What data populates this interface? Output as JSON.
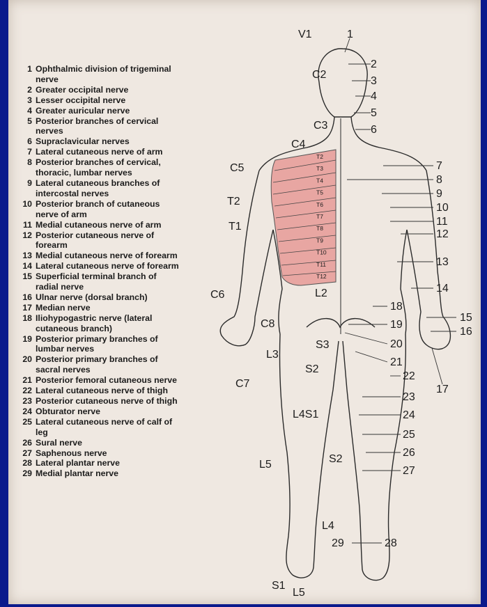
{
  "legend": [
    {
      "n": "1",
      "t": "Ophthalmic division of trigeminal nerve"
    },
    {
      "n": "2",
      "t": "Greater occipital nerve"
    },
    {
      "n": "3",
      "t": "Lesser occipital nerve"
    },
    {
      "n": "4",
      "t": "Greater auricular nerve"
    },
    {
      "n": "5",
      "t": "Posterior branches of cervical nerves"
    },
    {
      "n": "6",
      "t": "Supraclavicular nerves"
    },
    {
      "n": "7",
      "t": "Lateral cutaneous nerve of arm"
    },
    {
      "n": "8",
      "t": "Posterior branches of cervical, thoracic, lumbar nerves"
    },
    {
      "n": "9",
      "t": "Lateral cutaneous branches of intercostal nerves"
    },
    {
      "n": "10",
      "t": "Posterior branch of cutaneous nerve of arm"
    },
    {
      "n": "11",
      "t": "Medial cutaneous nerve of arm"
    },
    {
      "n": "12",
      "t": "Posterior cutaneous nerve of forearm"
    },
    {
      "n": "13",
      "t": "Medial cutaneous nerve of forearm"
    },
    {
      "n": "14",
      "t": "Lateral cutaneous nerve of forearm"
    },
    {
      "n": "15",
      "t": "Superficial terminal branch of radial nerve"
    },
    {
      "n": "16",
      "t": "Ulnar nerve (dorsal branch)"
    },
    {
      "n": "17",
      "t": "Median nerve"
    },
    {
      "n": "18",
      "t": "Iliohypogastric nerve (lateral cutaneous branch)"
    },
    {
      "n": "19",
      "t": "Posterior primary branches of lumbar nerves"
    },
    {
      "n": "20",
      "t": "Posterior primary branches of sacral nerves"
    },
    {
      "n": "21",
      "t": "Posterior femoral cutaneous nerve"
    },
    {
      "n": "22",
      "t": "Lateral cutaneous nerve of thigh"
    },
    {
      "n": "23",
      "t": "Posterior cutaneous nerve of thigh"
    },
    {
      "n": "24",
      "t": "Obturator nerve"
    },
    {
      "n": "25",
      "t": "Lateral cutaneous nerve of calf of leg"
    },
    {
      "n": "26",
      "t": "Sural nerve"
    },
    {
      "n": "27",
      "t": "Saphenous nerve"
    },
    {
      "n": "28",
      "t": "Lateral plantar nerve"
    },
    {
      "n": "29",
      "t": "Medial plantar nerve"
    }
  ],
  "figure_labels": {
    "V1": "V1",
    "C2": "C2",
    "C3": "C3",
    "C4": "C4",
    "C5": "C5",
    "C6": "C6",
    "C7": "C7",
    "C8": "C8",
    "T1": "T1",
    "T2": "T2",
    "L2": "L2",
    "L3": "L3",
    "L4S1": "L4S1",
    "L4": "L4",
    "L5a": "L5",
    "L5b": "L5",
    "S1": "S1",
    "S2a": "S2",
    "S2b": "S2",
    "S3": "S3"
  },
  "thoracic_labels": [
    "T2",
    "T3",
    "T4",
    "T5",
    "T6",
    "T7",
    "T8",
    "T9",
    "T10",
    "T11",
    "T12"
  ],
  "callouts": [
    "1",
    "2",
    "3",
    "4",
    "5",
    "6",
    "7",
    "8",
    "9",
    "10",
    "11",
    "12",
    "13",
    "14",
    "15",
    "16",
    "17",
    "18",
    "19",
    "20",
    "21",
    "22",
    "23",
    "24",
    "25",
    "26",
    "27",
    "28",
    "29"
  ],
  "colors": {
    "background": "#0a1a8c",
    "paper": "#efe8e1",
    "dermatome": "#e8a6a2",
    "ink": "#1c1c1c"
  }
}
